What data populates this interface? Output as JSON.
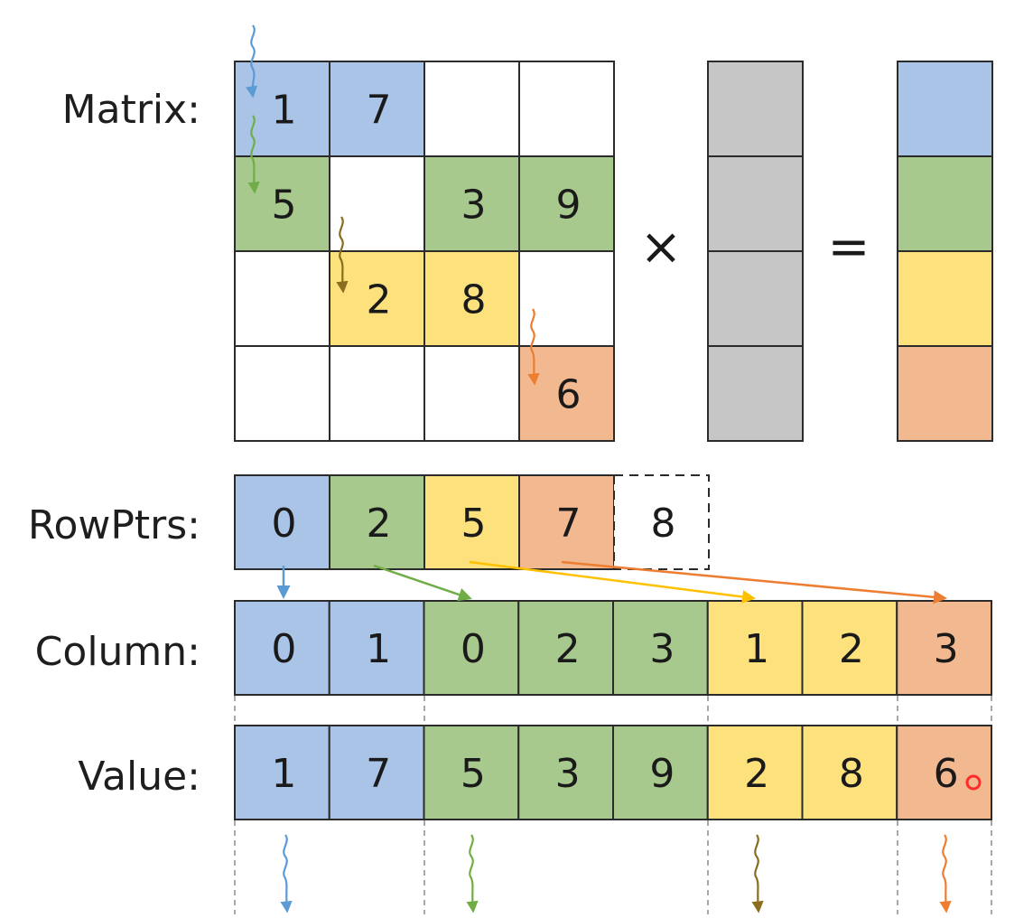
{
  "labels": {
    "matrix": "Matrix:",
    "rowptrs": "RowPtrs:",
    "column": "Column:",
    "value": "Value:"
  },
  "operators": {
    "times": "×",
    "equals": "="
  },
  "colors": {
    "blue": "#a9c4e6",
    "green": "#a8c98d",
    "yellow": "#fde17d",
    "orange": "#f2b88f",
    "gray": "#c6c6c6",
    "white": "#ffffff",
    "arrow_blue": "#5b9bd5",
    "arrow_green": "#70ad47",
    "arrow_yellow": "#ffc000",
    "arrow_orange": "#ed7d31",
    "arrow_olive": "#7f6000",
    "cursor_red": "#ff2a2a"
  },
  "matrix": {
    "rows": [
      [
        {
          "v": "1",
          "c": "blue"
        },
        {
          "v": "7",
          "c": "blue"
        },
        {
          "v": "",
          "c": "white"
        },
        {
          "v": "",
          "c": "white"
        }
      ],
      [
        {
          "v": "5",
          "c": "green"
        },
        {
          "v": "",
          "c": "white"
        },
        {
          "v": "3",
          "c": "green"
        },
        {
          "v": "9",
          "c": "green"
        }
      ],
      [
        {
          "v": "",
          "c": "white"
        },
        {
          "v": "2",
          "c": "yellow"
        },
        {
          "v": "8",
          "c": "yellow"
        },
        {
          "v": "",
          "c": "white"
        }
      ],
      [
        {
          "v": "",
          "c": "white"
        },
        {
          "v": "",
          "c": "white"
        },
        {
          "v": "",
          "c": "white"
        },
        {
          "v": "6",
          "c": "orange"
        }
      ]
    ]
  },
  "vector": [
    "gray",
    "gray",
    "gray",
    "gray"
  ],
  "result": [
    "blue",
    "green",
    "yellow",
    "orange"
  ],
  "rowptrs": [
    {
      "v": "0",
      "c": "blue"
    },
    {
      "v": "2",
      "c": "green"
    },
    {
      "v": "5",
      "c": "yellow"
    },
    {
      "v": "7",
      "c": "orange"
    },
    {
      "v": "8",
      "c": "white",
      "dashed": true
    }
  ],
  "column": [
    {
      "v": "0",
      "c": "blue"
    },
    {
      "v": "1",
      "c": "blue"
    },
    {
      "v": "0",
      "c": "green"
    },
    {
      "v": "2",
      "c": "green"
    },
    {
      "v": "3",
      "c": "green"
    },
    {
      "v": "1",
      "c": "yellow"
    },
    {
      "v": "2",
      "c": "yellow"
    },
    {
      "v": "3",
      "c": "orange"
    }
  ],
  "value": [
    {
      "v": "1",
      "c": "blue"
    },
    {
      "v": "7",
      "c": "blue"
    },
    {
      "v": "5",
      "c": "green"
    },
    {
      "v": "3",
      "c": "green"
    },
    {
      "v": "9",
      "c": "green"
    },
    {
      "v": "2",
      "c": "yellow"
    },
    {
      "v": "8",
      "c": "yellow"
    },
    {
      "v": "6",
      "c": "orange"
    }
  ]
}
